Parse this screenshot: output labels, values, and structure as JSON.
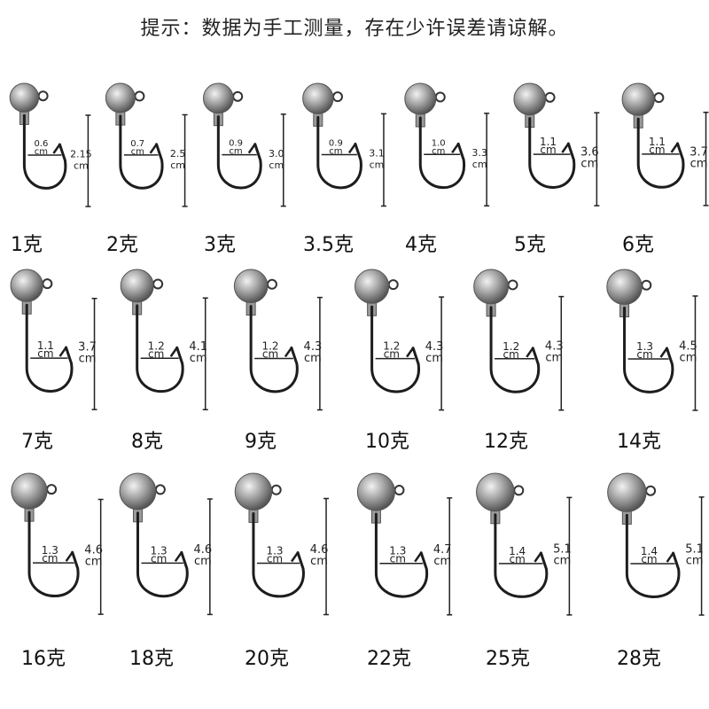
{
  "notice": "提示：数据为手工测量，存在少许误差请谅解。",
  "unit": "cm",
  "rows": [
    [
      {
        "weight": "1克",
        "height": "2.15",
        "gap": "0.6"
      },
      {
        "weight": "2克",
        "height": "2.5",
        "gap": "0.7"
      },
      {
        "weight": "3克",
        "height": "3.0",
        "gap": "0.9"
      },
      {
        "weight": "3.5克",
        "height": "3.1",
        "gap": "0.9"
      },
      {
        "weight": "4克",
        "height": "3.3",
        "gap": "1.0"
      },
      {
        "weight": "5克",
        "height": "3.6",
        "gap": "1.1"
      },
      {
        "weight": "6克",
        "height": "3.7",
        "gap": "1.1"
      }
    ],
    [
      {
        "weight": "7克",
        "height": "3.7",
        "gap": "1.1"
      },
      {
        "weight": "8克",
        "height": "4.1",
        "gap": "1.2"
      },
      {
        "weight": "9克",
        "height": "4.3",
        "gap": "1.2"
      },
      {
        "weight": "10克",
        "height": "4.3",
        "gap": "1.2"
      },
      {
        "weight": "12克",
        "height": "4.3",
        "gap": "1.2"
      },
      {
        "weight": "14克",
        "height": "4.5",
        "gap": "1.3"
      }
    ],
    [
      {
        "weight": "16克",
        "height": "4.6",
        "gap": "1.3"
      },
      {
        "weight": "18克",
        "height": "4.6",
        "gap": "1.3"
      },
      {
        "weight": "20克",
        "height": "4.6",
        "gap": "1.3"
      },
      {
        "weight": "22克",
        "height": "4.7",
        "gap": "1.3"
      },
      {
        "weight": "25克",
        "height": "5.1",
        "gap": "1.4"
      },
      {
        "weight": "28克",
        "height": "5.1",
        "gap": "1.4"
      }
    ]
  ]
}
